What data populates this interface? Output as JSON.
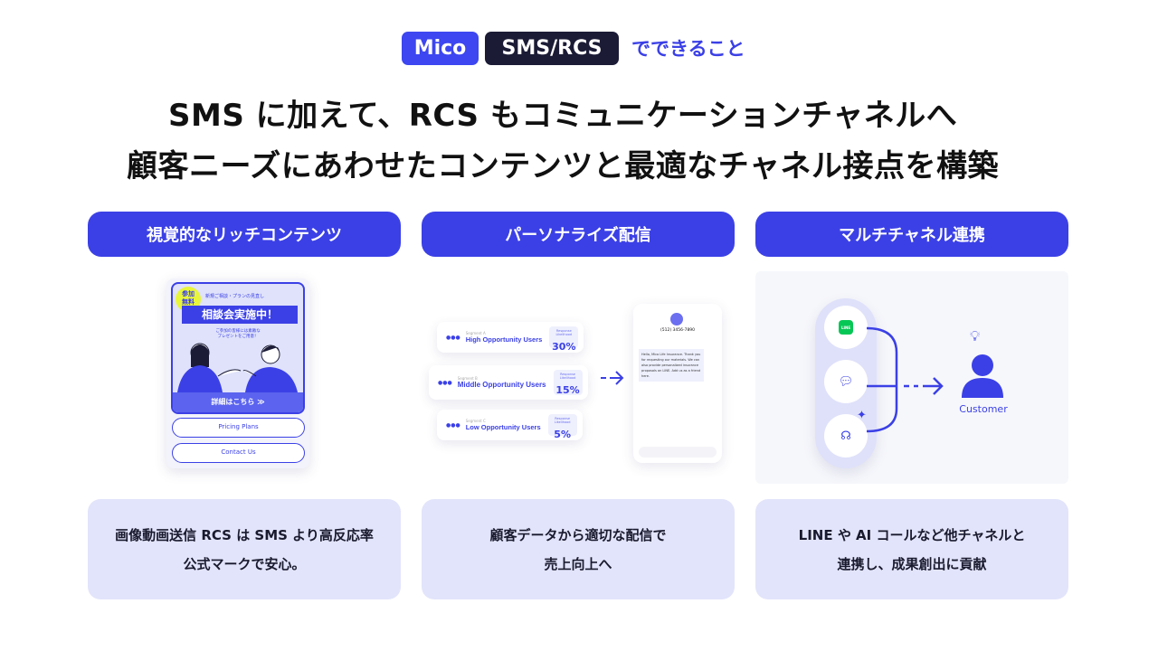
{
  "header": {
    "badge_mico": "Mico",
    "badge_sms": "SMS/RCS",
    "suffix": "でできること"
  },
  "title": {
    "line1": "SMS に加えて、RCS もコミュニケーションチャネルへ",
    "line2": "顧客ニーズにあわせたコンテンツと最適なチャネル接点を構築"
  },
  "columns": [
    {
      "heading": "視覚的なリッチコンテンツ",
      "desc_line1": "画像動画送信 RCS は SMS より高反応率",
      "desc_line2": "公式マークで安心。"
    },
    {
      "heading": "パーソナライズ配信",
      "desc_line1": "顧客データから適切な配信で",
      "desc_line2": "売上向上へ"
    },
    {
      "heading": "マルチチャネル連携",
      "desc_line1": "LINE や AI コールなど他チャネルと",
      "desc_line2": "連携し、成果創出に貢献"
    }
  ],
  "rich_card": {
    "free_badge": "参加無料",
    "subtitle": "新規ご相談・プランの見直し",
    "banner": "相談会実施中！",
    "gift_line1": "ご参加の皆様には素敵な",
    "gift_line2": "プレゼントをご用意！",
    "details": "詳細はこちら ≫",
    "btn1": "Pricing Plans",
    "btn2": "Contact Us"
  },
  "segments": [
    {
      "label": "Segment A",
      "name": "High Opportunity Users",
      "likelihood_label": "Response Likelihood",
      "value": "30%"
    },
    {
      "label": "Segment B",
      "name": "Middle Opportunity Users",
      "likelihood_label": "Response Likelihood",
      "value": "15%"
    },
    {
      "label": "Segment C",
      "name": "Low Opportunity Users",
      "likelihood_label": "Response Likelihood",
      "value": "5%"
    }
  ],
  "phone": {
    "number": "(512) 3456-7890",
    "message": "Hello, Mico Life Insurance. Thank you for requesting our materials. We can also provide personalized insurance proposals on LINE. Add us as a friend here."
  },
  "multichannel": {
    "line_label": "LINE",
    "customer": "Customer"
  },
  "colors": {
    "primary": "#3b40e6",
    "dark": "#1b1b36",
    "card_bg": "#e2e4fb",
    "line_green": "#06c755"
  }
}
